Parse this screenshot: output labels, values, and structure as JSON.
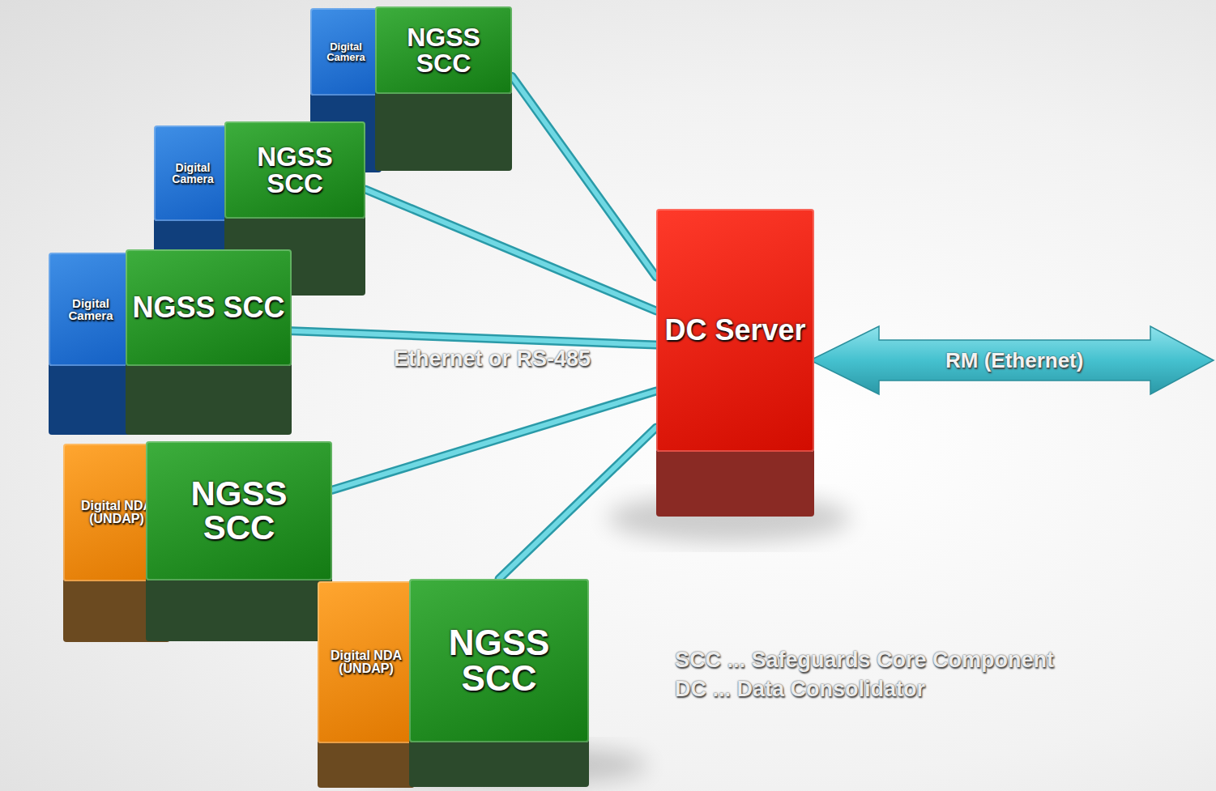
{
  "diagram": {
    "nodes": [
      {
        "text": [
          "Digital Camera"
        ]
      },
      {
        "text": [
          "NGSS SCC"
        ]
      },
      {
        "text": [
          "Digital Camera"
        ]
      },
      {
        "text": [
          "NGSS SCC"
        ]
      },
      {
        "text": [
          "Digital Camera"
        ]
      },
      {
        "text": [
          "NGSS SCC"
        ]
      },
      {
        "text": [
          "Digital NDA (UNDAP)"
        ]
      },
      {
        "text": [
          "NGSS SCC"
        ]
      },
      {
        "text": [
          "Digital NDA (UNDAP)"
        ]
      },
      {
        "text": [
          "NGSS SCC"
        ]
      },
      {
        "text": [
          "DC Server"
        ]
      }
    ],
    "edges": [
      {
        "from": 1,
        "to": 10,
        "arrow": "none"
      },
      {
        "from": 3,
        "to": 10,
        "arrow": "none"
      },
      {
        "from": 5,
        "to": 10,
        "arrow": "none",
        "label": "Ethernet or RS-485"
      },
      {
        "from": 7,
        "to": 10,
        "arrow": "none"
      },
      {
        "from": 9,
        "to": 10,
        "arrow": "none"
      }
    ],
    "labels": [
      "RM (Ethernet)",
      "SCC ... Safeguards Core Component",
      "DC ... Data Consolidator"
    ]
  }
}
